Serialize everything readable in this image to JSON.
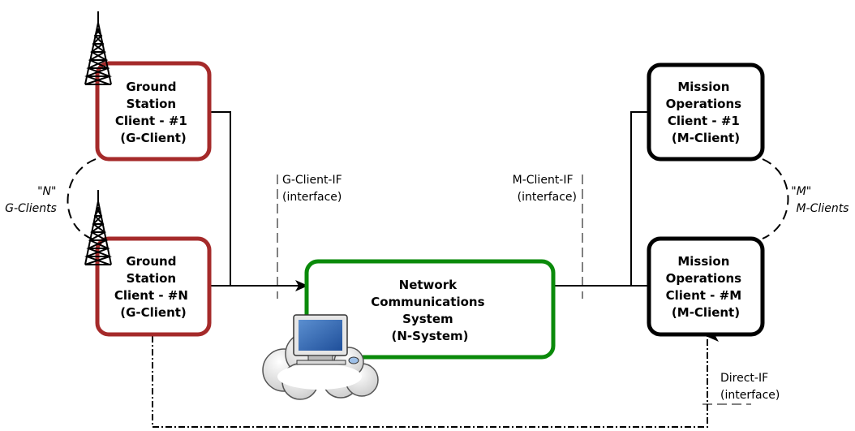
{
  "ground_clients": [
    {
      "lines": [
        "Ground",
        "Station",
        "Client - #1",
        "(G-Client)"
      ]
    },
    {
      "lines": [
        "Ground",
        "Station",
        "Client - #N",
        "(G-Client)"
      ]
    }
  ],
  "mission_clients": [
    {
      "lines": [
        "Mission",
        "Operations",
        "Client - #1",
        "(M-Client)"
      ]
    },
    {
      "lines": [
        "Mission",
        "Operations",
        "Client - #M",
        "(M-Client)"
      ]
    }
  ],
  "network_system": {
    "lines": [
      "Network",
      "Communications",
      "System",
      "(N-System)"
    ]
  },
  "interfaces": {
    "g_client_if": [
      "G-Client-IF",
      "(interface)"
    ],
    "m_client_if": [
      "M-Client-IF",
      "(interface)"
    ],
    "direct_if": [
      "Direct-IF",
      "(interface)"
    ]
  },
  "group_labels": {
    "g_clients": [
      "\"N\"",
      "G-Clients"
    ],
    "m_clients": [
      "\"M\"",
      "M-Clients"
    ]
  },
  "colors": {
    "ground_border": "#a52a2a",
    "mission_border": "#000000",
    "network_border": "#0a8a0a",
    "connector": "#000000"
  },
  "icons": [
    "antenna-tower-icon",
    "computer-cloud-icon"
  ]
}
